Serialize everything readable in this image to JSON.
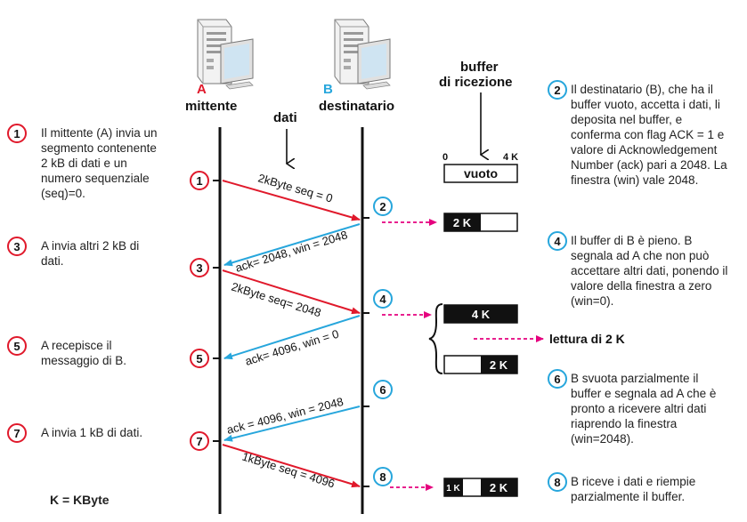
{
  "colors": {
    "sender": "#e0192b",
    "receiver": "#27a6dc",
    "event_arrow": "#e5007e",
    "buffer_fill": "#111111",
    "text": "#222222"
  },
  "icons": [
    "server-computer-icon-a",
    "server-computer-icon-b"
  ],
  "headers": {
    "a_letter": "A",
    "a_role": "mittente",
    "b_letter": "B",
    "b_role": "destinatario",
    "dati": "dati",
    "buffer_title_1": "buffer",
    "buffer_title_2": "di ricezione"
  },
  "buffer_scale": {
    "min": "0",
    "max": "4 K"
  },
  "buffer_states": [
    {
      "id": "empty",
      "label": "vuoto",
      "filled_fraction": 0.0
    },
    {
      "id": "b2k",
      "label": "2 K",
      "filled_fraction": 0.5
    },
    {
      "id": "b4k",
      "label": "4 K",
      "filled_fraction": 1.0
    },
    {
      "id": "b2k_read",
      "label": "2 K",
      "filled_fraction": 0.5
    },
    {
      "id": "b3k",
      "label_1k": "1 K",
      "label_2k": "2 K",
      "filled_fraction": 0.75
    }
  ],
  "read_label": "lettura di 2 K",
  "messages": [
    {
      "label": "2kByte seq = 0"
    },
    {
      "label": "ack= 2048, win = 2048"
    },
    {
      "label": "2kByte seq= 2048"
    },
    {
      "label": "ack= 4096, win = 0"
    },
    {
      "label": "ack = 4096, win = 2048"
    },
    {
      "label": "1kByte seq = 4096"
    }
  ],
  "steps": [
    {
      "n": "1",
      "text": "Il mittente (A) invia un segmento contenente 2 kB di dati e un numero sequenziale (seq)=0."
    },
    {
      "n": "2",
      "text": "Il destinatario (B), che ha il buffer vuoto, accetta i dati, li deposita nel buffer, e conferma con flag ACK = 1 e valore di Acknowledgement Number (ack) pari a 2048. La finestra (win) vale 2048."
    },
    {
      "n": "3",
      "text": "A invia altri 2 kB di dati."
    },
    {
      "n": "4",
      "text": "Il buffer di B è pieno. B segnala ad A che non può accettare altri dati, ponendo il valore della finestra a zero (win=0)."
    },
    {
      "n": "5",
      "text": "A recepisce il messaggio di B."
    },
    {
      "n": "6",
      "text": "B svuota parzialmente il buffer e segnala ad A che è pronto a ricevere altri dati riaprendo la finestra (win=2048)."
    },
    {
      "n": "7",
      "text": "A invia 1 kB di dati."
    },
    {
      "n": "8",
      "text": "B riceve i dati e riempie parzialmente il buffer."
    }
  ],
  "footer": "K = KByte"
}
